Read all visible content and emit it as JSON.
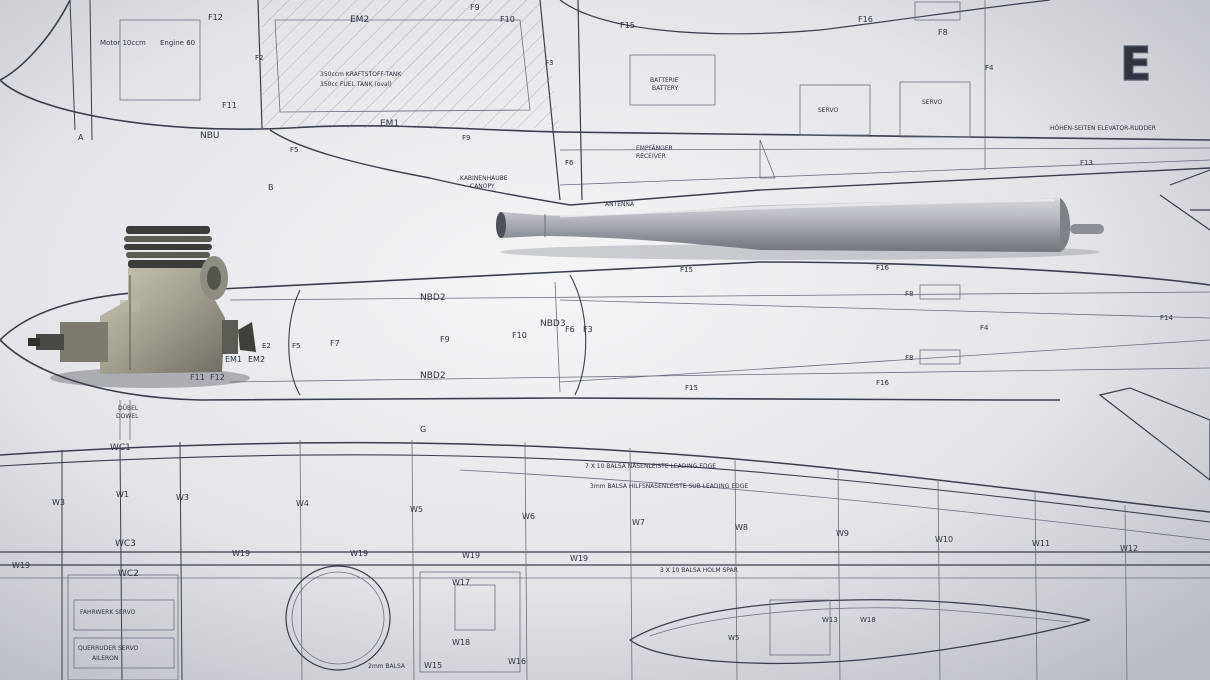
{
  "photo": {
    "colors": {
      "paper": "#e6e8ec",
      "ink": "#30343f",
      "metal": "#a9adb4",
      "engine": "#9a9788"
    }
  },
  "top_plan": {
    "frame_labels": [
      "F12",
      "F9",
      "F10",
      "F15",
      "F16",
      "F8",
      "F11",
      "F5",
      "F6",
      "F3",
      "F4",
      "F13",
      "F2"
    ],
    "part_labels": [
      "EM2",
      "EM1",
      "NBU",
      "A",
      "B"
    ],
    "engine_note": [
      "Motor 10ccm",
      "Engine 60"
    ],
    "tank_note": [
      "350ccm KRAFTSTOFF-TANK",
      "350cc FUEL TANK (oval)"
    ],
    "canopy_note": [
      "KABINENHAUBE",
      "CANOPY"
    ],
    "receiver_note": [
      "EMPFÄNGER",
      "RECEIVER"
    ],
    "battery_note": [
      "BATTERIE",
      "BATTERY"
    ],
    "servo_labels": [
      "SERVO",
      "SERVO"
    ],
    "elevator_note": "HÖHEN-SEITEN ELEVATOR-RUDDER",
    "antenna": "ANTENNA"
  },
  "mid_plan": {
    "frame_labels": [
      "F7",
      "F9",
      "F10",
      "F6",
      "F3",
      "F15",
      "F16",
      "F8",
      "F4",
      "F14"
    ],
    "part_labels": [
      "NBD2",
      "NBD3",
      "NBD2",
      "EM1",
      "EM2",
      "F11",
      "F12",
      "E2",
      "F5"
    ],
    "dowel_note": [
      "DÜBEL",
      "DOWEL"
    ]
  },
  "wing_plan": {
    "marker": "G",
    "ribs": [
      "WC1",
      "W3",
      "W1",
      "W3",
      "W4",
      "W5",
      "W6",
      "W7",
      "W8",
      "W9",
      "W10",
      "W11",
      "W12",
      "WC3",
      "WC2"
    ],
    "spar_labels": [
      "W19",
      "W19",
      "W19",
      "W19",
      "W19"
    ],
    "leading_edge_note": "7 X 10 BALSA NASENLEISTE   LEADING EDGE",
    "sub_edge_note": "3mm BALSA HILFSNASENLEISTE   SUB LEADING EDGE",
    "spar_note": "3 X 10 BALSA HOLM   SPAR",
    "servo_notes": [
      "FAHRWERK SERVO",
      "QUERRUDER SERVO",
      "AILERON"
    ],
    "ply_labels": [
      "W17",
      "W18",
      "W15",
      "W16"
    ],
    "balsa_note": "2mm BALSA",
    "section_labels": [
      "W5",
      "W13",
      "W18"
    ]
  },
  "objects": [
    "glow-engine",
    "tuned-muffler-pipe"
  ]
}
